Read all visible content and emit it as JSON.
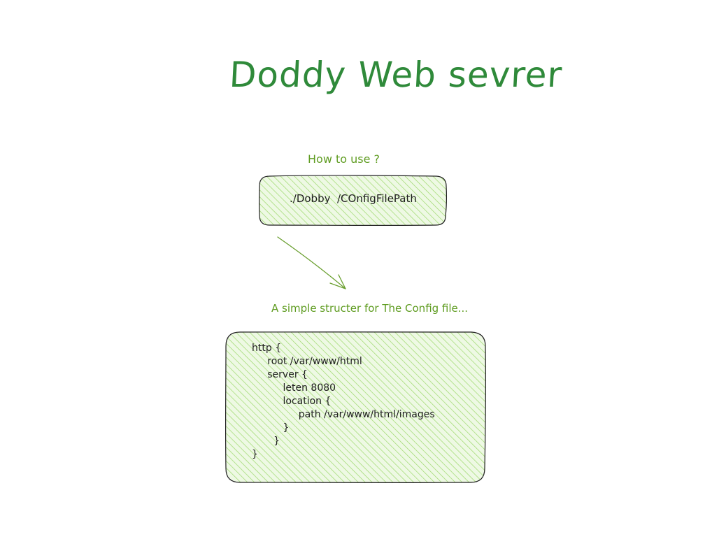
{
  "title": "Doddy Web sevrer",
  "how_to_use": "How to use ?",
  "command": "./Dobby  /COnfigFilePath",
  "config_caption": "A simple structer for The Config file...",
  "config_lines": [
    "http {",
    "     root /var/www/html",
    "     server {",
    "          leten 8080",
    "          location {",
    "               path /var/www/html/images",
    "          }",
    "       }",
    "}"
  ],
  "colors": {
    "title": "#2f8a3a",
    "caption": "#5f9c21",
    "box_fill": "#b2f2bb",
    "box_hatch": "#8fd35f",
    "stroke": "#1e1e1e",
    "arrow": "#6a9f2f"
  }
}
